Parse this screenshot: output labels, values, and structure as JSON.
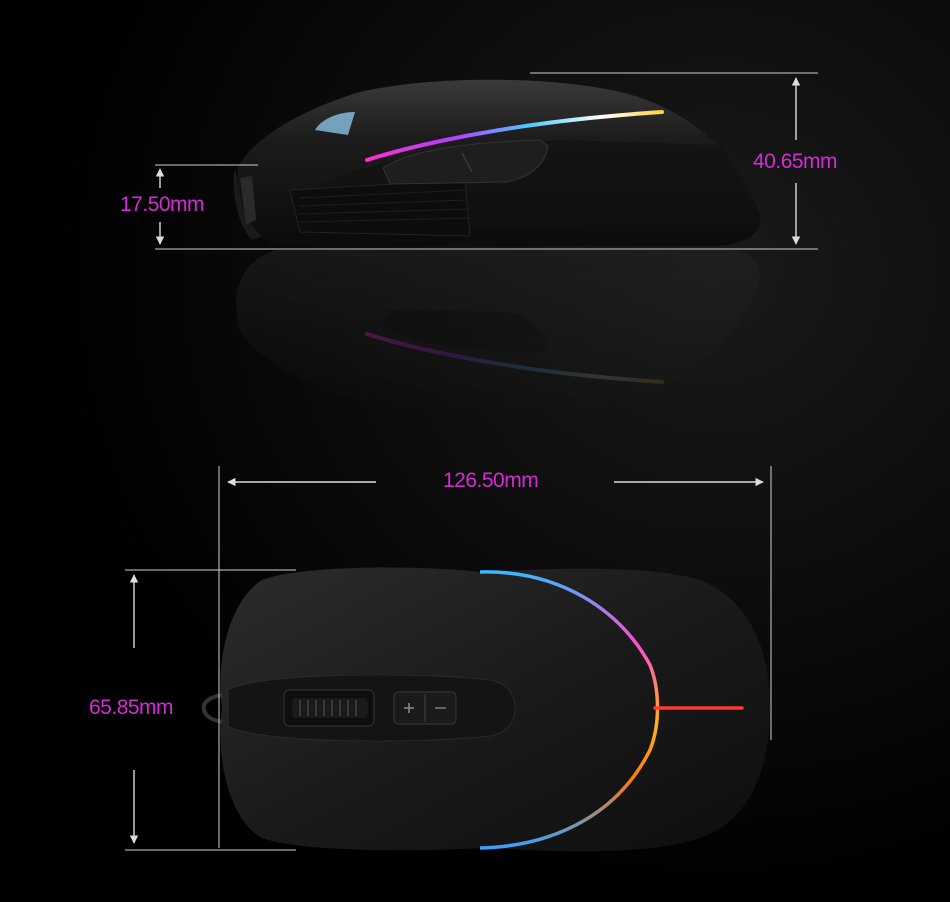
{
  "accent_color": "#d52bd5",
  "background_color": "#000000",
  "dimensions": {
    "side_front_height": "17.50mm",
    "side_total_height": "40.65mm",
    "top_length": "126.50mm",
    "top_width": "65.85mm"
  },
  "icons": {
    "dpi_plus": "plus-icon",
    "dpi_minus": "minus-icon"
  }
}
